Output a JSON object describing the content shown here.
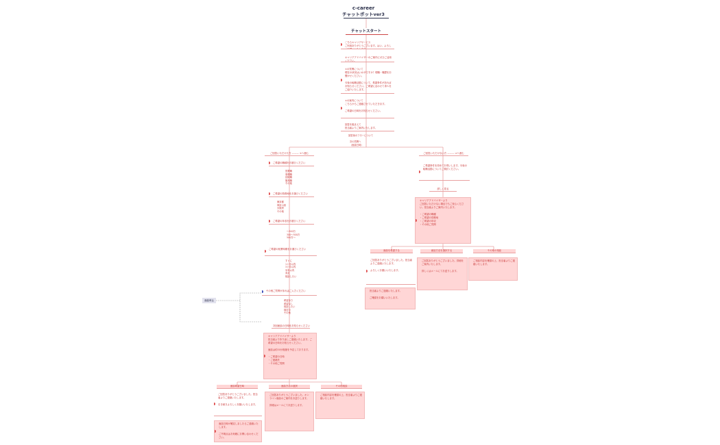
{
  "header": {
    "title": "c-career",
    "subtitle": "チャットボットver3"
  },
  "start": {
    "label": "チャットスタート"
  },
  "intro": [
    "こちらキャリアサービス\nご利用ありがとうございます。はい、よろしくお願いいたします。",
    "キャリアアドバイザーのご案内にぜひご活用ください。",
    "①の質問について\n現在の状況はいかがですか？現職・職歴をお聞かせください。\n\n今後の転職活動について、希望条件があればお知らせください。ご希望に合わせて求人をご紹介いたします。",
    "②の案内について\nこちらからご連絡させていただきます。\n\nご希望の日時をお知らせください。",
    "回答を踏まえて\n担当者よりご案内いたします。"
  ],
  "center_label": "回答後のフローについて",
  "center_sub": "次の質問へ\n（面談日時）",
  "branches": {
    "left": "ご回答いただけた方 ——— ①へ進む",
    "right": "ご回答いただけない方 ——— ②へ進む"
  },
  "left_steps": [
    "ご希望の職種をお選びください",
    "ご希望の勤務地をお選びください",
    "ご希望の年収をお選びください",
    "ご希望の就業時期をお選びください",
    "その他ご質問があればご入力ください"
  ],
  "left_lists": [
    "営業職\n事務職\n技術職\n販売職\nその他",
    "東京都\n神奈川県\n大阪府\nその他",
    "〜300万\n300〜500万\n500万〜",
    "すぐに\n1ヶ月以内\n3ヶ月以内\n半年以内\n未定\n相談したい",
    "希望あり\n希望なし\n相談したい\n検討中\nその他"
  ],
  "left_lower_label": "次回面談の日時をお知らせください",
  "mid_box": "キャリアアドバイザーより\n担当者より折り返しご連絡いたします。ご希望の日時をお知らせください。\n\n面談は約30分程度を予定しております。\n\n・ご希望の日時\n・ご連絡先\n・その他ご質問",
  "mid_branches": [
    "面談希望日時",
    "面談方法の選択",
    "その他相談"
  ],
  "mid_texts": [
    "ご回答ありがとうございました。担当者よりご連絡いたします。\n\n引き続きよろしくお願いいたします。",
    "ご回答ありがとうございました。オンライン面談のご案内をお送りします。\n\n詳細はメールにてお送りします。",
    "ご相談内容を確認の上、担当者よりご連絡いたします。"
  ],
  "mid_final": "面談日時が確定しましたらご連絡いたします。\n\nご不明点はお気軽にお問い合わせください。",
  "right_steps": [
    "ご希望条件を改めてお伺いします。今後の転職活動についてご検討ください。",
    "詳しく見る"
  ],
  "right_box": "キャリアアドバイザーより\nご回答いただけない場合でもご安心ください。担当者よりご案内いたします。\n\n・ご希望の職種\n・ご希望の勤務地\n・ご希望の年収\n・その他ご質問",
  "right_branches": [
    "面談を希望する",
    "面談方法を選択する",
    "その他の相談"
  ],
  "right_texts": [
    "ご回答ありがとうございました。担当者よりご連絡いたします。\n\nよろしくお願いいたします。",
    "ご回答ありがとうございました。詳細をご案内いたします。\n\n詳しくはメールにてお送りします。",
    "ご相談内容を確認の上、担当者よりご連絡いたします。"
  ],
  "right_final": "担当者よりご連絡いたします。\n\nご確認をお願いいたします。",
  "side_label": "面談申込",
  "colors": {
    "accent": "#e05252",
    "node_fill": "#ffd6d6",
    "title": "#2a2f4a"
  }
}
